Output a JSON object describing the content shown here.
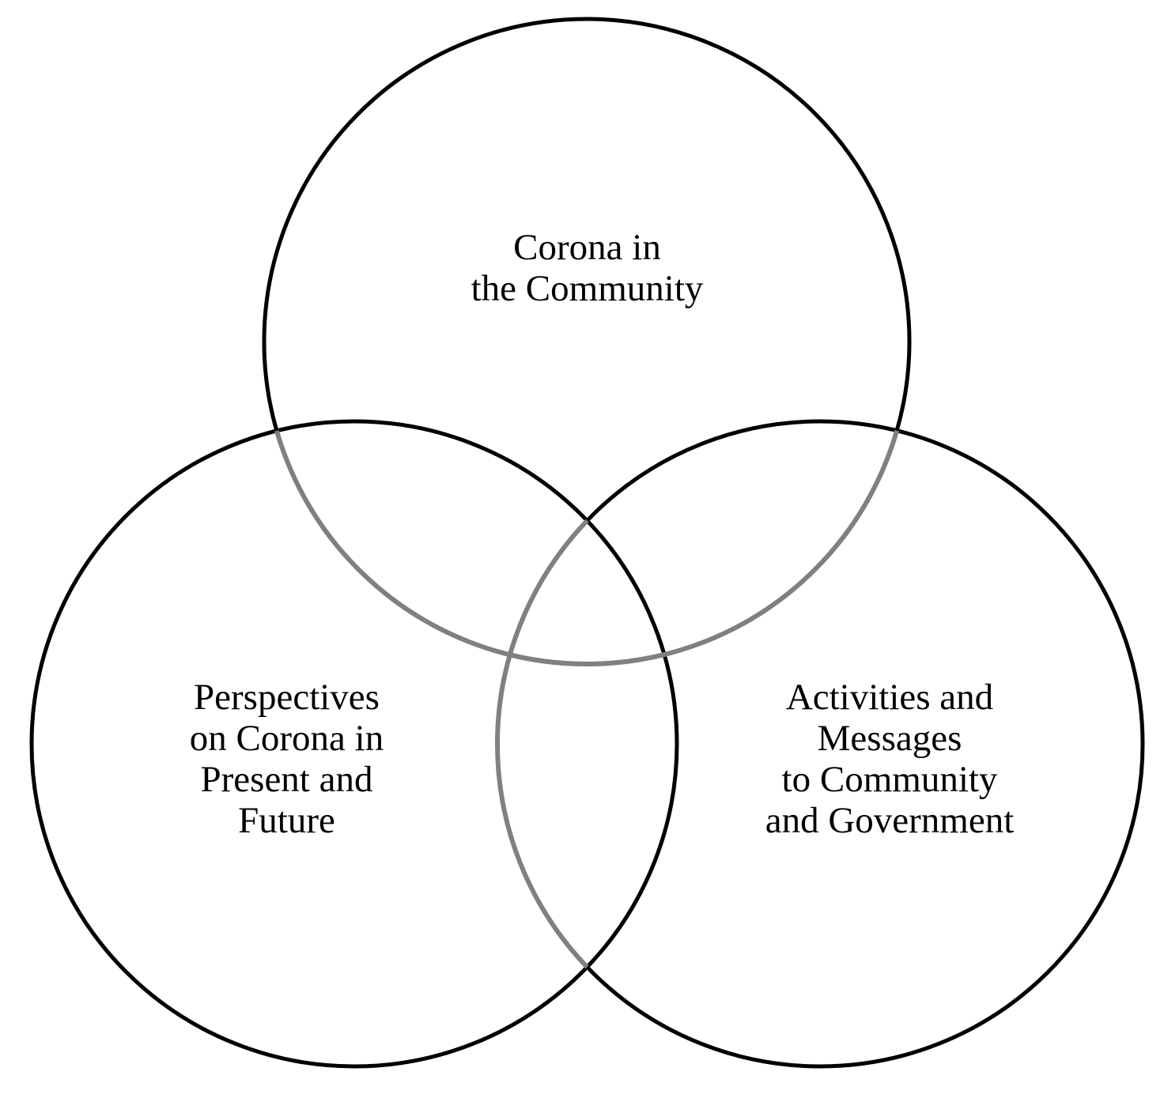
{
  "circles": [
    {
      "id": "top",
      "label_lines": [
        "Corona in",
        "the Community"
      ]
    },
    {
      "id": "left",
      "label_lines": [
        "Perspectives",
        "on Corona in",
        "Present and",
        "Future"
      ]
    },
    {
      "id": "right",
      "label_lines": [
        "Activities and",
        "Messages",
        "to Community",
        "and Government"
      ]
    }
  ],
  "colors": {
    "outline": "#000000",
    "overlap_outline": "#808080",
    "background": "#ffffff"
  }
}
